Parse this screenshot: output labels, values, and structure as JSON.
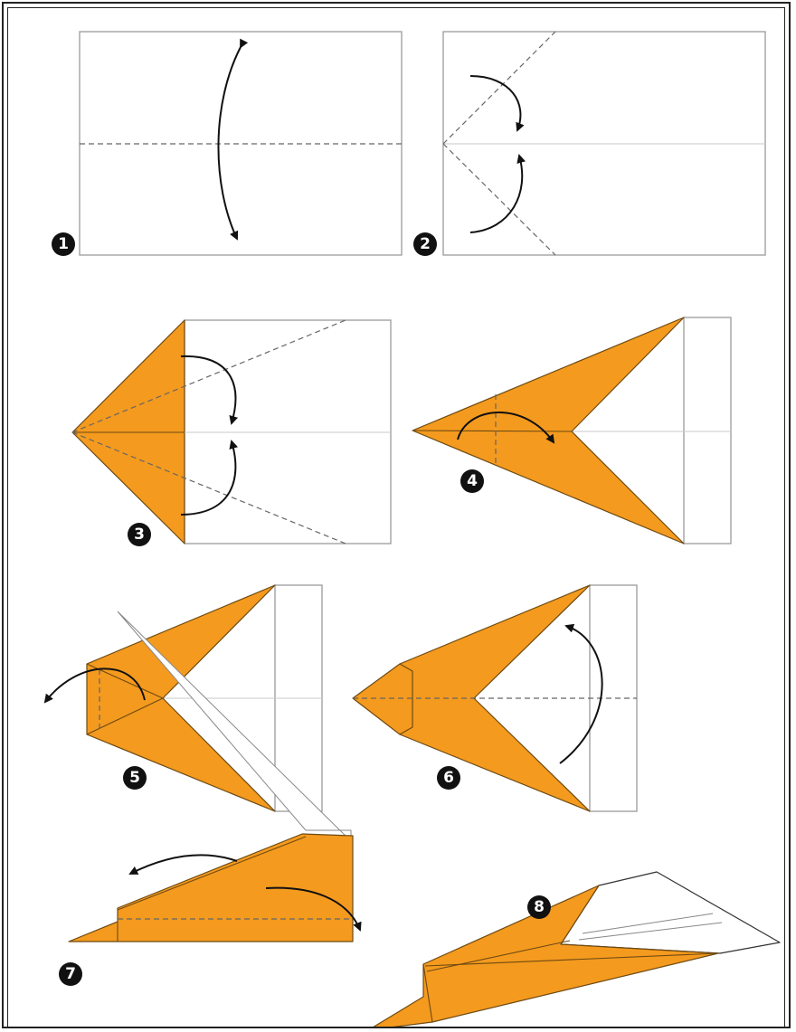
{
  "steps": [
    {
      "label": "1"
    },
    {
      "label": "2"
    },
    {
      "label": "3"
    },
    {
      "label": "4"
    },
    {
      "label": "5"
    },
    {
      "label": "6"
    },
    {
      "label": "7"
    },
    {
      "label": "8"
    }
  ],
  "colors": {
    "paper_front": "#f49a1e",
    "paper_back": "#ffffff",
    "crease": "#666666",
    "arrow": "#111111"
  }
}
